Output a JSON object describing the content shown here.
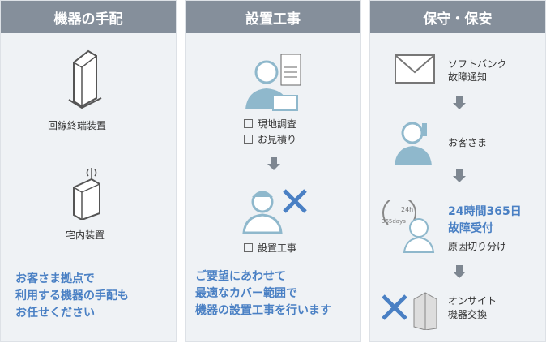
{
  "col1": {
    "title": "機器の手配",
    "items": [
      "回線終端装置",
      "宅内装置"
    ],
    "desc": "お客さま拠点で\n利用する機器の手配も\nお任せください"
  },
  "col2": {
    "title": "設置工事",
    "checks": [
      "現地調査",
      "お見積り"
    ],
    "check2": "設置工事",
    "desc": "ご要望にあわせて\n最適なカバー範囲で\n機器の設置工事を行います"
  },
  "col3": {
    "title": "保守・保安",
    "steps": [
      "ソフトバンク\n故障通知",
      "お客さま"
    ],
    "highlight": "24時間365日\n故障受付",
    "sub": "原因切り分け",
    "last": "オンサイト\n機器交換",
    "clock": {
      "h": "24h",
      "d": "365days"
    }
  },
  "colors": {
    "header": "#858f9b",
    "accent": "#4a80c4",
    "icon": "#8fb8cc"
  }
}
